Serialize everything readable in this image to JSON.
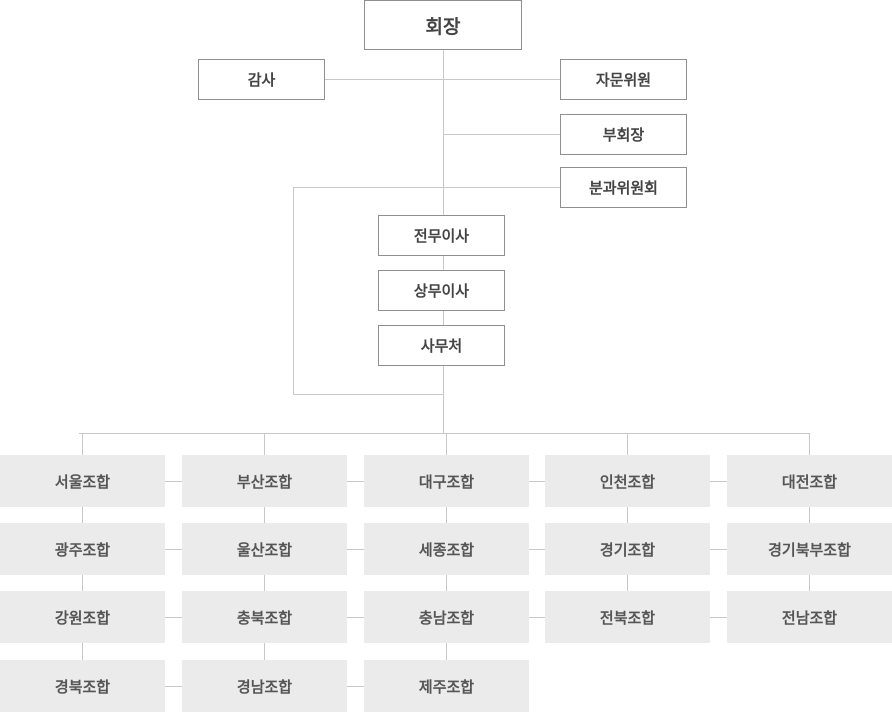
{
  "executive": {
    "president": "회장",
    "auditor": "감사",
    "advisor": "자문위원",
    "vice_president": "부회장",
    "committee": "분과위원회",
    "managing_director": "전무이사",
    "executive_director": "상무이사",
    "secretariat": "사무처"
  },
  "unions": [
    [
      "서울조합",
      "광주조합",
      "강원조합",
      "경북조합"
    ],
    [
      "부산조합",
      "울산조합",
      "충북조합",
      "경남조합"
    ],
    [
      "대구조합",
      "세종조합",
      "충남조합",
      "제주조합"
    ],
    [
      "인천조합",
      "경기조합",
      "전북조합"
    ],
    [
      "대전조합",
      "경기북부조합",
      "전남조합"
    ]
  ]
}
